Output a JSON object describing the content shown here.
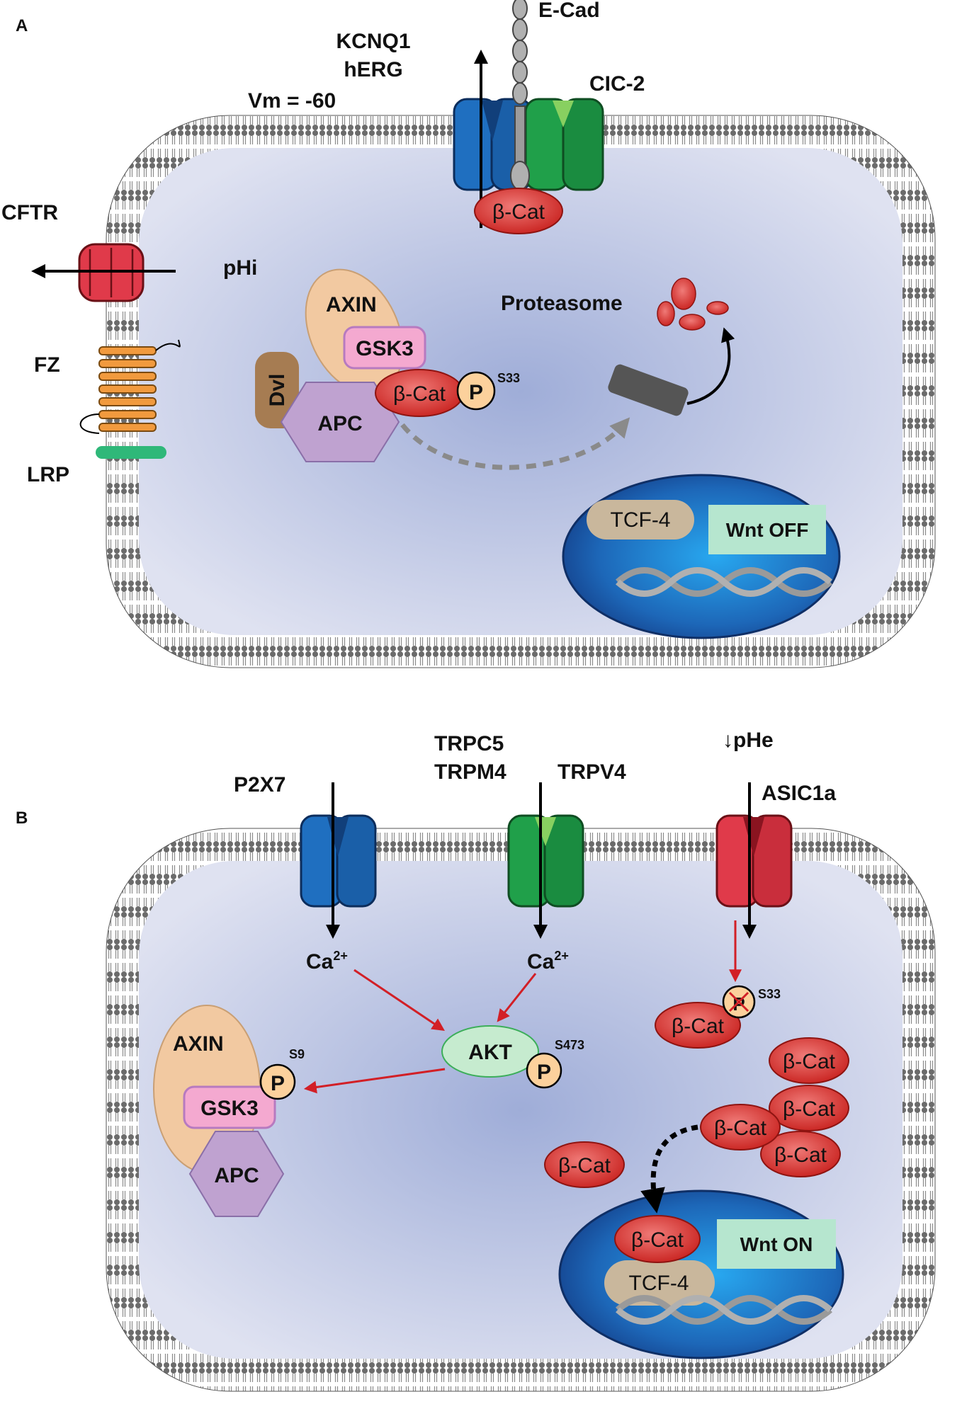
{
  "panel_a": {
    "panel_label": "A",
    "labels": {
      "kcnq1": "KCNQ1",
      "herg": "hERG",
      "ecad": "E-Cad",
      "clc2": "CIC-2",
      "vm": "Vm = -60",
      "cftr": "CFTR",
      "phi": "pHi",
      "fz": "FZ",
      "lrp": "LRP",
      "axin": "AXIN",
      "gsk3": "GSK3",
      "dvl": "Dvl",
      "apc": "APC",
      "bcat_complex": "β-Cat",
      "bcat_membrane": "β-Cat",
      "p": "P",
      "s33": "S33",
      "proteasome": "Proteasome",
      "tcf4": "TCF-4",
      "wnt_state": "Wnt OFF"
    }
  },
  "panel_b": {
    "panel_label": "B",
    "labels": {
      "p2x7": "P2X7",
      "trpc5": "TRPC5",
      "trpm4": "TRPM4",
      "trpv4": "TRPV4",
      "phe": "↓pHe",
      "asic1a": "ASIC1a",
      "ca": "Ca",
      "ca_sup": "2+",
      "akt": "AKT",
      "p": "P",
      "s473": "S473",
      "s9": "S9",
      "s33": "S33",
      "axin": "AXIN",
      "gsk3": "GSK3",
      "apc": "APC",
      "bcat": "β-Cat",
      "tcf4": "TCF-4",
      "wnt_state": "Wnt ON"
    }
  },
  "colors": {
    "cytoplasm": "#b7bfe0",
    "membrane_head": "#707070",
    "nucleus": "#1e6ab5",
    "bcat": "#d9342f",
    "axin": "#f2c9a1",
    "gsk3": "#f4a9d0",
    "apc": "#bfa2d0",
    "dvl": "#a67c52",
    "akt": "#c6ebcf",
    "phospho": "#fcd19c",
    "tcf4": "#c9b79c",
    "wnt_box": "#b6e6cf",
    "channel_blue": "#1f6fc0",
    "channel_green": "#20a04a",
    "channel_red": "#e03a4a",
    "fz_orange": "#f19a3e",
    "lrp_green": "#2fb879",
    "proteasome": "#555555",
    "red_arrow": "#d21f26"
  }
}
